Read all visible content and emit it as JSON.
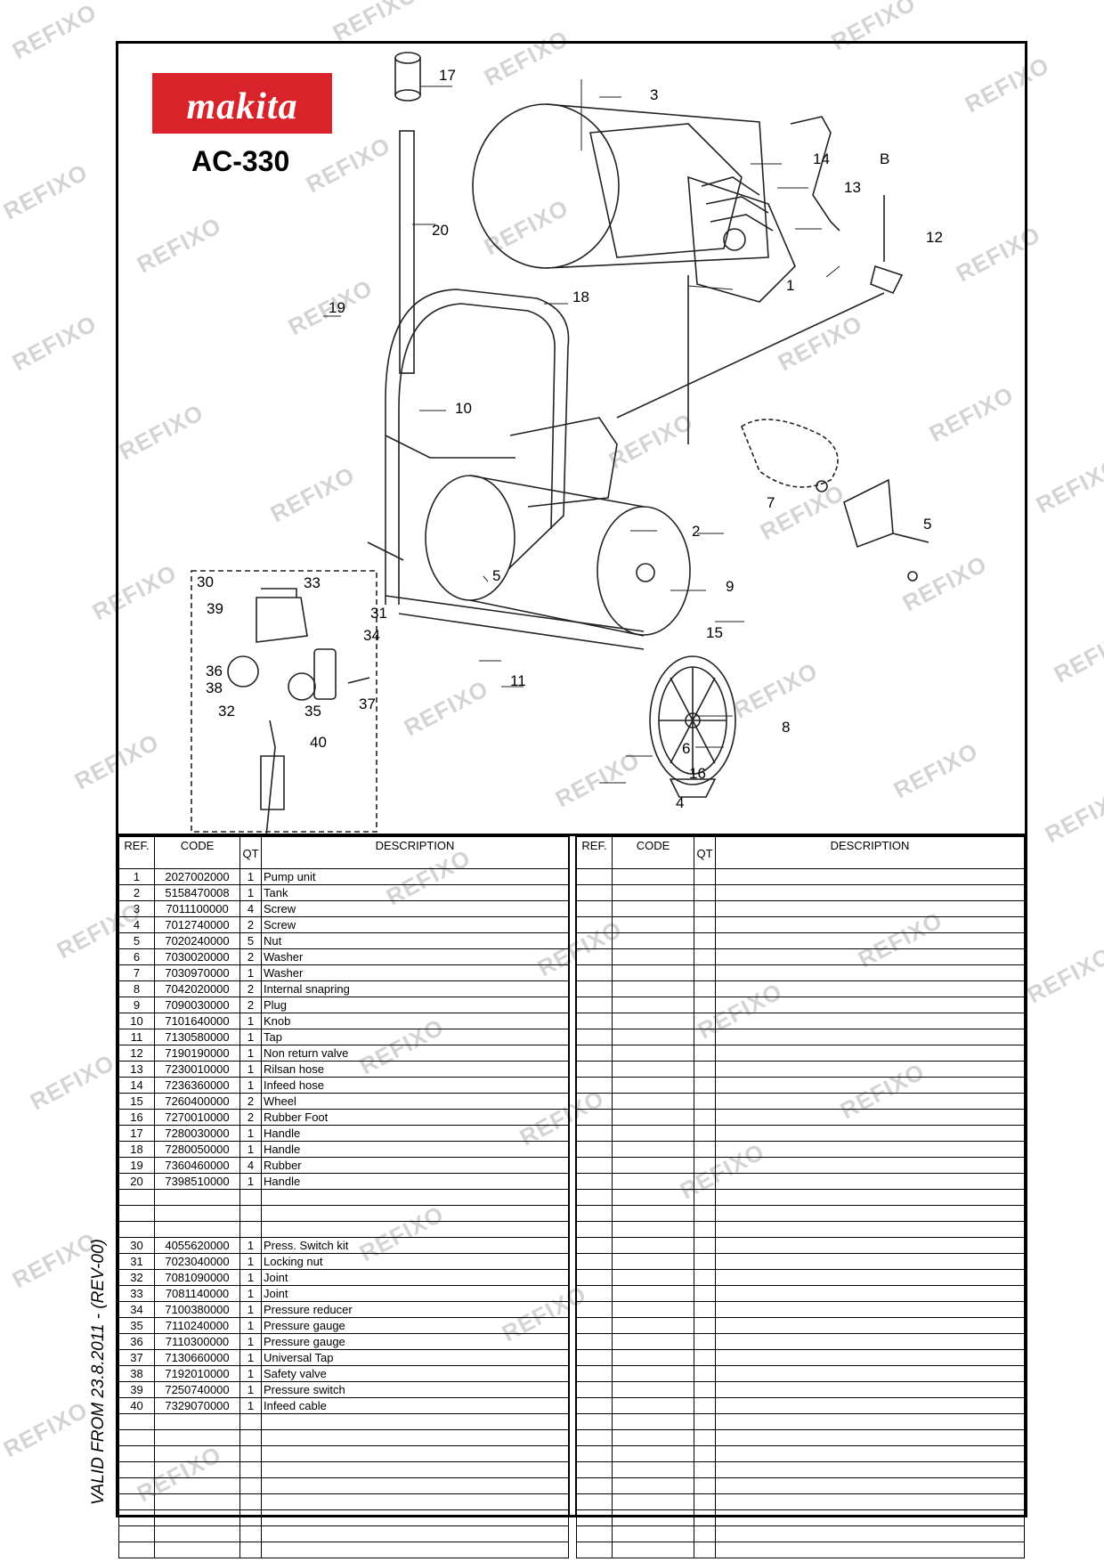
{
  "brand": "makita",
  "model": "AC-330",
  "watermark": "REFIXO",
  "validity": "VALID FROM    23.8.2011   -   (REV-00)",
  "callouts": [
    "17",
    "3",
    "14",
    "B",
    "13",
    "12",
    "20",
    "1",
    "18",
    "19",
    "10",
    "2",
    "7",
    "5",
    "30",
    "33",
    "39",
    "31",
    "34",
    "5",
    "9",
    "15",
    "36",
    "38",
    "11",
    "32",
    "35",
    "37",
    "40",
    "8",
    "6",
    "16",
    "4"
  ],
  "columns": {
    "ref": "REF.",
    "code": "CODE",
    "qty": "QT",
    "description": "DESCRIPTION"
  },
  "parts": [
    {
      "ref": "1",
      "code": "2027002000",
      "qty": "1",
      "description": "Pump unit"
    },
    {
      "ref": "2",
      "code": "5158470008",
      "qty": "1",
      "description": "Tank"
    },
    {
      "ref": "3",
      "code": "7011100000",
      "qty": "4",
      "description": "Screw"
    },
    {
      "ref": "4",
      "code": "7012740000",
      "qty": "2",
      "description": "Screw"
    },
    {
      "ref": "5",
      "code": "7020240000",
      "qty": "5",
      "description": "Nut"
    },
    {
      "ref": "6",
      "code": "7030020000",
      "qty": "2",
      "description": "Washer"
    },
    {
      "ref": "7",
      "code": "7030970000",
      "qty": "1",
      "description": "Washer"
    },
    {
      "ref": "8",
      "code": "7042020000",
      "qty": "2",
      "description": "Internal snapring"
    },
    {
      "ref": "9",
      "code": "7090030000",
      "qty": "2",
      "description": "Plug"
    },
    {
      "ref": "10",
      "code": "7101640000",
      "qty": "1",
      "description": "Knob"
    },
    {
      "ref": "11",
      "code": "7130580000",
      "qty": "1",
      "description": "Tap"
    },
    {
      "ref": "12",
      "code": "7190190000",
      "qty": "1",
      "description": "Non return valve"
    },
    {
      "ref": "13",
      "code": "7230010000",
      "qty": "1",
      "description": "Rilsan hose"
    },
    {
      "ref": "14",
      "code": "7236360000",
      "qty": "1",
      "description": "Infeed hose"
    },
    {
      "ref": "15",
      "code": "7260400000",
      "qty": "2",
      "description": "Wheel"
    },
    {
      "ref": "16",
      "code": "7270010000",
      "qty": "2",
      "description": "Rubber Foot"
    },
    {
      "ref": "17",
      "code": "7280030000",
      "qty": "1",
      "description": "Handle"
    },
    {
      "ref": "18",
      "code": "7280050000",
      "qty": "1",
      "description": "Handle"
    },
    {
      "ref": "19",
      "code": "7360460000",
      "qty": "4",
      "description": "Rubber"
    },
    {
      "ref": "20",
      "code": "7398510000",
      "qty": "1",
      "description": "Handle"
    },
    {
      "ref": "",
      "code": "",
      "qty": "",
      "description": ""
    },
    {
      "ref": "",
      "code": "",
      "qty": "",
      "description": ""
    },
    {
      "ref": "",
      "code": "",
      "qty": "",
      "description": ""
    },
    {
      "ref": "30",
      "code": "4055620000",
      "qty": "1",
      "description": "Press. Switch kit"
    },
    {
      "ref": "31",
      "code": "7023040000",
      "qty": "1",
      "description": "Locking nut"
    },
    {
      "ref": "32",
      "code": "7081090000",
      "qty": "1",
      "description": "Joint"
    },
    {
      "ref": "33",
      "code": "7081140000",
      "qty": "1",
      "description": "Joint"
    },
    {
      "ref": "34",
      "code": "7100380000",
      "qty": "1",
      "description": "Pressure reducer"
    },
    {
      "ref": "35",
      "code": "7110240000",
      "qty": "1",
      "description": "Pressure gauge"
    },
    {
      "ref": "36",
      "code": "7110300000",
      "qty": "1",
      "description": "Pressure gauge"
    },
    {
      "ref": "37",
      "code": "7130660000",
      "qty": "1",
      "description": "Universal Tap"
    },
    {
      "ref": "38",
      "code": "7192010000",
      "qty": "1",
      "description": "Safety valve"
    },
    {
      "ref": "39",
      "code": "7250740000",
      "qty": "1",
      "description": "Pressure switch"
    },
    {
      "ref": "40",
      "code": "7329070000",
      "qty": "1",
      "description": "Infeed cable"
    }
  ],
  "colors": {
    "logo_red": "#d8232a",
    "watermark": "#d4d4d4"
  }
}
